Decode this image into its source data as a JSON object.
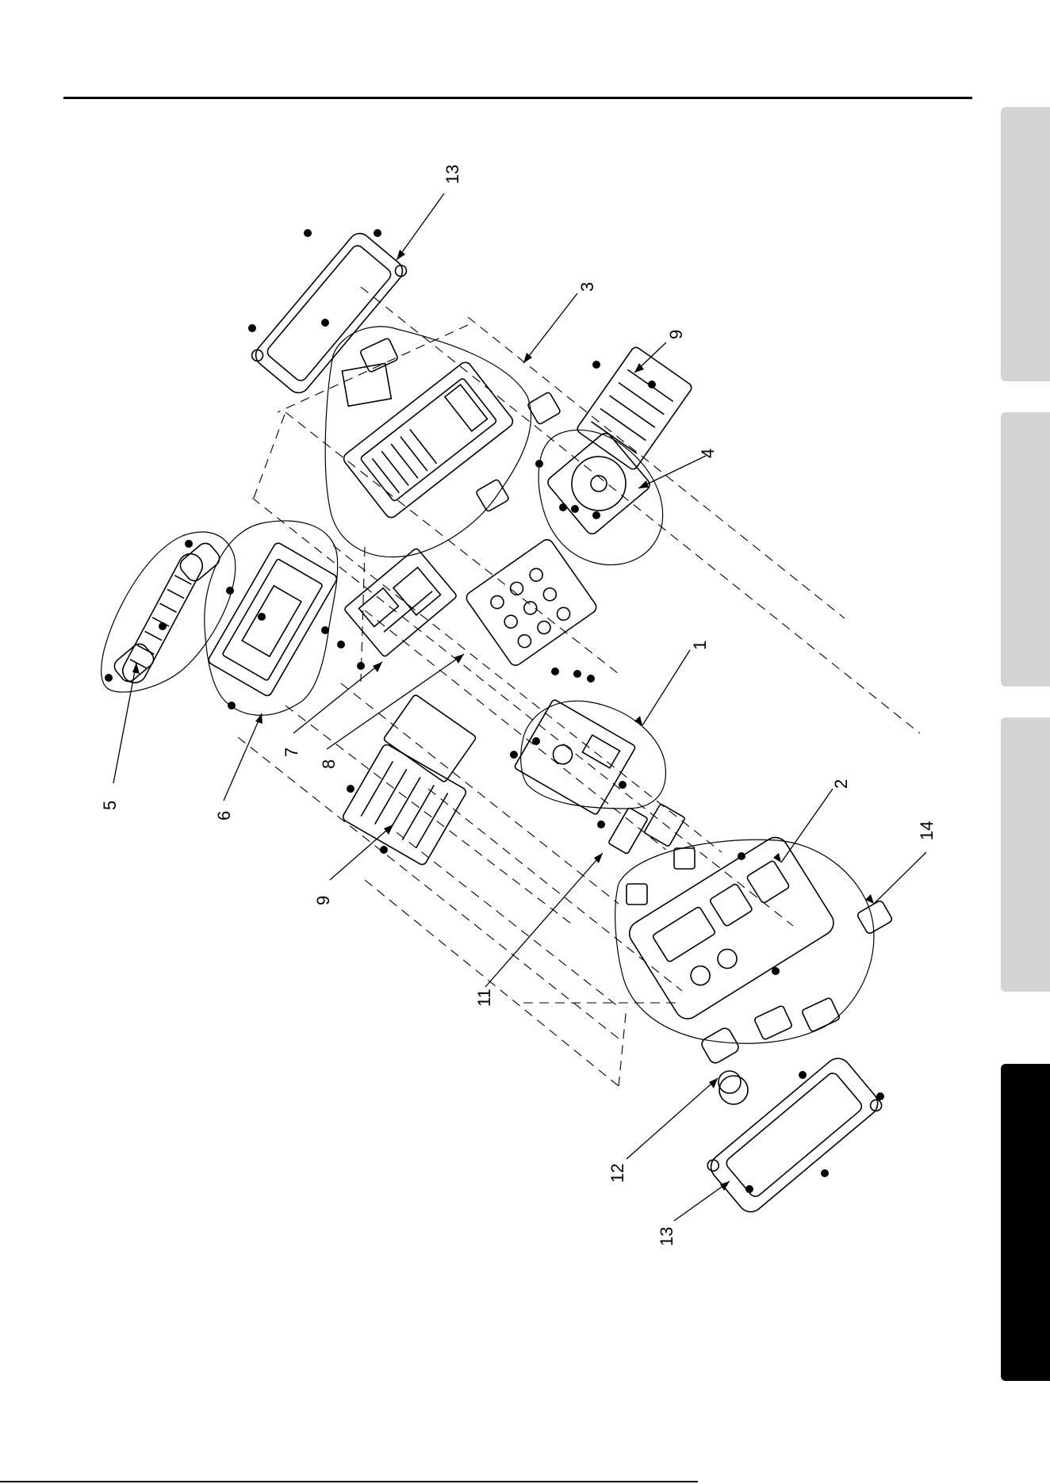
{
  "page": {
    "side_tabs": [
      {
        "name": "tab-1",
        "fill": "#d4d4d4"
      },
      {
        "name": "tab-2",
        "fill": "#d4d4d4"
      },
      {
        "name": "tab-3",
        "fill": "#d4d4d4"
      },
      {
        "name": "tab-4-active",
        "fill": "#000000"
      }
    ]
  },
  "diagram": {
    "callouts": [
      {
        "id": "c1",
        "label": "1"
      },
      {
        "id": "c2",
        "label": "2"
      },
      {
        "id": "c3",
        "label": "3"
      },
      {
        "id": "c4",
        "label": "4"
      },
      {
        "id": "c5",
        "label": "5"
      },
      {
        "id": "c6",
        "label": "6"
      },
      {
        "id": "c7",
        "label": "7"
      },
      {
        "id": "c8",
        "label": "8"
      },
      {
        "id": "c9a",
        "label": "9"
      },
      {
        "id": "c9b",
        "label": "9"
      },
      {
        "id": "c11",
        "label": "11"
      },
      {
        "id": "c12",
        "label": "12"
      },
      {
        "id": "c13a",
        "label": "13"
      },
      {
        "id": "c13b",
        "label": "13"
      },
      {
        "id": "c14",
        "label": "14"
      }
    ]
  }
}
